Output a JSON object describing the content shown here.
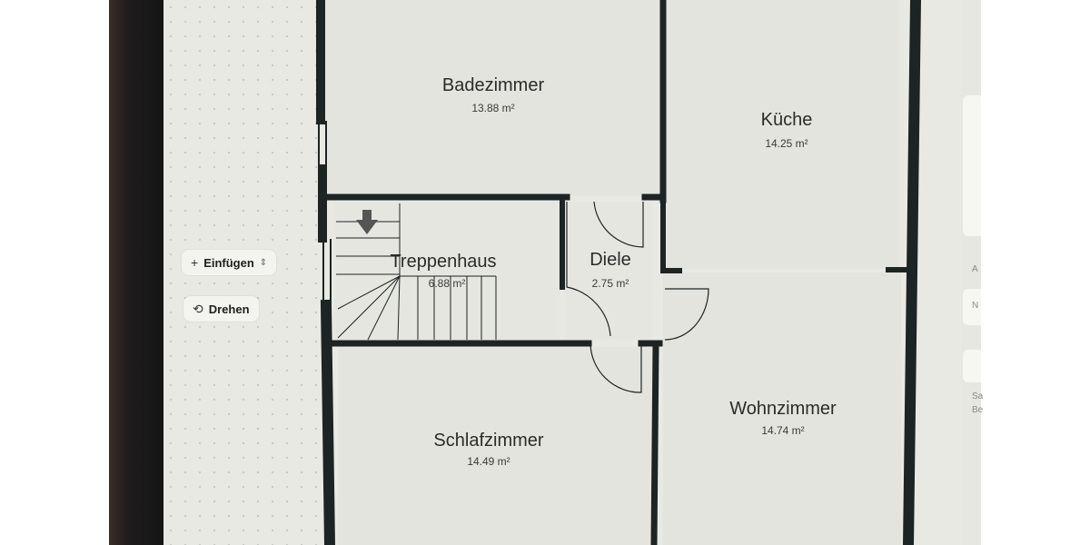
{
  "toolbar": {
    "insert_label": "Einfügen",
    "rotate_label": "Drehen",
    "insert_icon": "plus-icon",
    "insert_chevron_icon": "updown-chevron-icon",
    "rotate_icon": "rotate-icon"
  },
  "floorplan": {
    "rooms": [
      {
        "id": "badezimmer",
        "name": "Badezimmer",
        "area": "13.88 m²"
      },
      {
        "id": "kueche",
        "name": "Küche",
        "area": "14.25 m²"
      },
      {
        "id": "treppenhaus",
        "name": "Treppenhaus",
        "area": "6.88 m²"
      },
      {
        "id": "diele",
        "name": "Diele",
        "area": "2.75 m²"
      },
      {
        "id": "wohnzimmer",
        "name": "Wohnzimmer",
        "area": "14.74 m²"
      },
      {
        "id": "schlafzimmer",
        "name": "Schlafzimmer",
        "area": "14.49 m²"
      }
    ],
    "stair_direction_icon": "arrow-down-icon",
    "wall_color": "#1c2424",
    "room_fill": "#e6e6e1"
  },
  "side_panel_fragments": [
    "A",
    "N",
    "Sa",
    "Be"
  ]
}
